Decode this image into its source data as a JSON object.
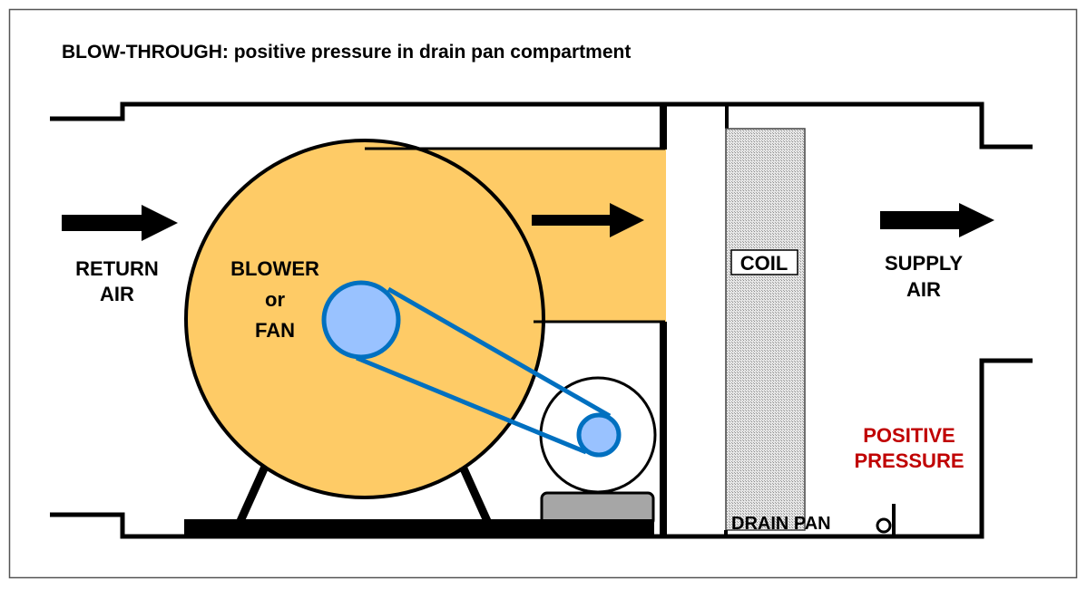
{
  "title": "BLOW-THROUGH: positive pressure in drain pan compartment",
  "labels": {
    "return_air": [
      "RETURN",
      "AIR"
    ],
    "blower": [
      "BLOWER",
      "or",
      "FAN"
    ],
    "coil": "COIL",
    "supply_air": [
      "SUPPLY",
      "AIR"
    ],
    "positive_pressure": [
      "POSITIVE",
      "PRESSURE"
    ],
    "drain_pan": "DRAIN PAN"
  },
  "colors": {
    "blower_fill": "#FECB66",
    "pulley_fill": "#99C2FF",
    "belt_stroke": "#0070C0",
    "coil_fill": "#C8C8C8",
    "motor_base_fill": "#A6A6A6",
    "pressure_text": "#C00000",
    "line": "#000000"
  }
}
